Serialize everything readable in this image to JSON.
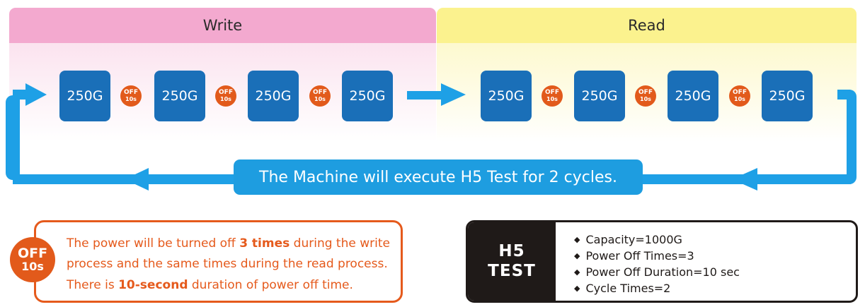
{
  "phases": {
    "write": {
      "label": "Write",
      "header_color": "#f3a9cf"
    },
    "read": {
      "label": "Read",
      "header_color": "#fbf28e"
    }
  },
  "capacity_label": "250G",
  "off_badge": {
    "line1": "OFF",
    "line2": "10s",
    "color": "#e25a1b"
  },
  "cycle_banner": "The Machine will execute H5 Test for 2 cycles.",
  "info": {
    "badge_line1": "OFF",
    "badge_line2": "10s",
    "line1_pre": "The power will be turned off ",
    "line1_bold": "3 times",
    "line1_post": " during the write",
    "line2": "process and the same times during the read process.",
    "line3_pre": "There is ",
    "line3_bold": "10-second",
    "line3_post": " duration of power off time."
  },
  "spec": {
    "title_line1": "H5",
    "title_line2": "TEST",
    "items": [
      "Capacity=1000G",
      "Power Off Times=3",
      "Power Off Duration=10 sec",
      "Cycle Times=2"
    ]
  },
  "colors": {
    "box_blue": "#1a6fb8",
    "flow_blue": "#1ea0e6",
    "accent_orange": "#e55a1c",
    "dark": "#1f1a18"
  }
}
